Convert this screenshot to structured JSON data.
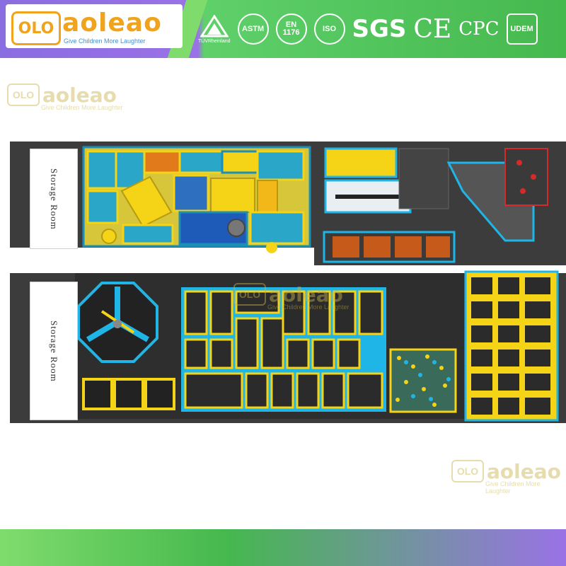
{
  "brand": {
    "mark": "OLO",
    "name": "aoleao",
    "tagline": "Give Children More Laughter"
  },
  "certifications": [
    {
      "label": "TÜVRheinland",
      "icon": "tuv-triangle-icon"
    },
    {
      "label": "ASTM",
      "icon": "astm-seal-icon"
    },
    {
      "label": "EN 1176",
      "icon": "en1176-circle-icon"
    },
    {
      "label": "ISO",
      "icon": "iso-circle-icon"
    },
    {
      "label": "SGS",
      "icon": "sgs-text-icon"
    },
    {
      "label": "CE",
      "icon": "ce-mark-icon"
    },
    {
      "label": "CPC",
      "icon": "cpc-text-icon"
    },
    {
      "label": "UDEM",
      "icon": "udem-seal-icon"
    }
  ],
  "plan": {
    "storage_top": "Storage Room",
    "storage_bottom": "Storage Room"
  },
  "watermarks": [
    {
      "mark": "OLO",
      "name": "aoleao",
      "tagline": "Give Children More Laughter"
    },
    {
      "mark": "OLO",
      "name": "aoleao",
      "tagline": "Give Children More Laughter"
    },
    {
      "mark": "OLO",
      "name": "aoleao",
      "tagline": "Give Children More Laughter"
    }
  ],
  "colors": {
    "yellow": "#f5d317",
    "cyan": "#1fb5e6",
    "dark": "#2a2a2a",
    "floor": "#3a3a3a",
    "red": "#d62a2a"
  }
}
